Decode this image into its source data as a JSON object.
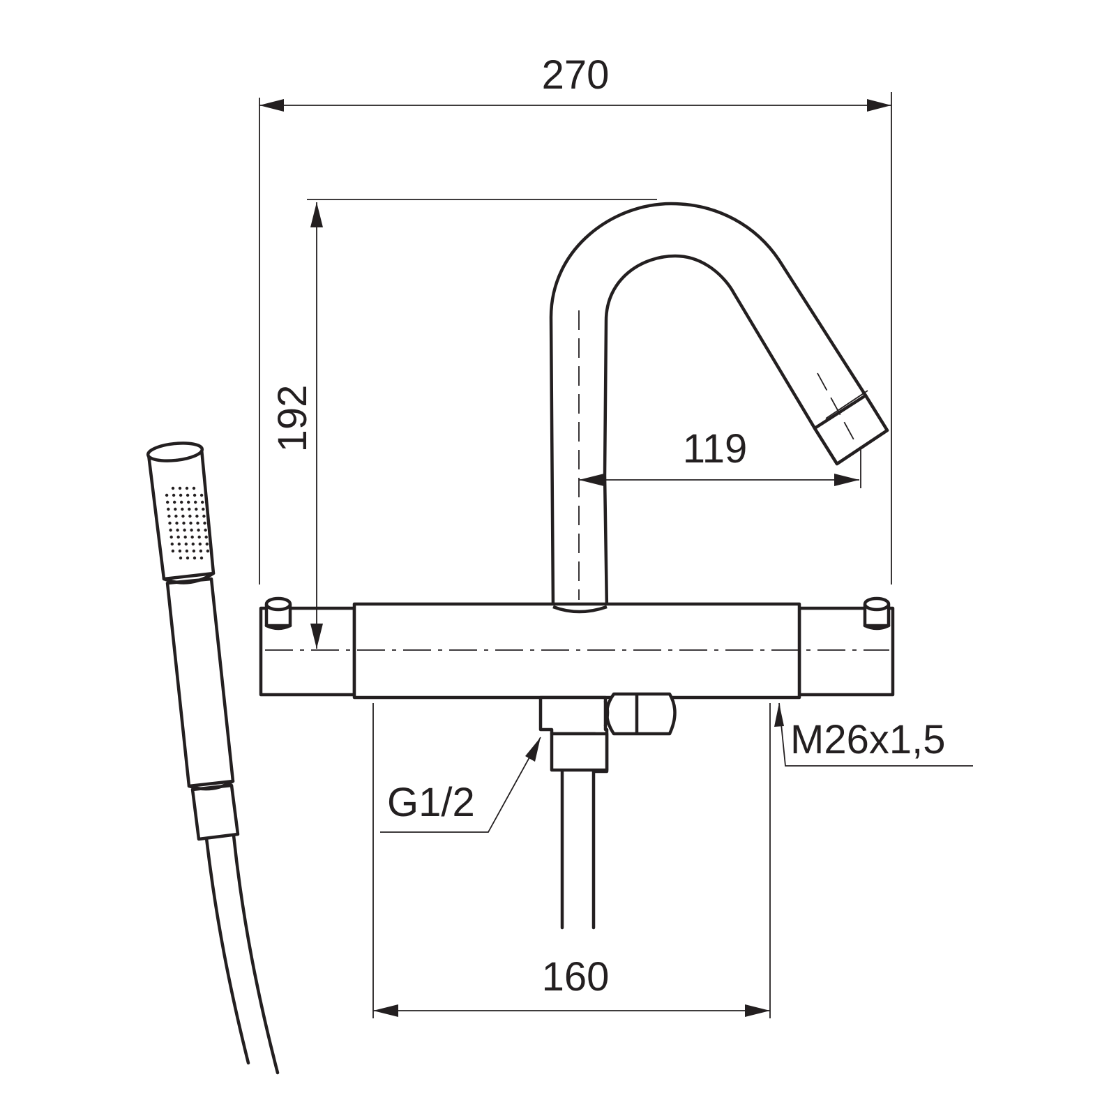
{
  "dimensions": {
    "overall_width": "270",
    "height": "192",
    "spout_reach": "119",
    "inlet_spacing": "160"
  },
  "thread_labels": {
    "outlet_thread": "G1/2",
    "inlet_thread": "M26x1,5"
  },
  "colors": {
    "line": "#231f20",
    "background": "#ffffff"
  }
}
